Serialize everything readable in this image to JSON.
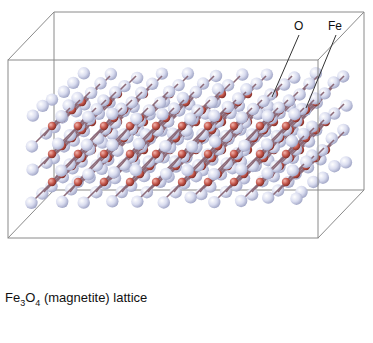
{
  "diagram": {
    "caption": "Fe3O4 (magnetite) lattice",
    "labels": [
      "O",
      "Fe"
    ]
  }
}
